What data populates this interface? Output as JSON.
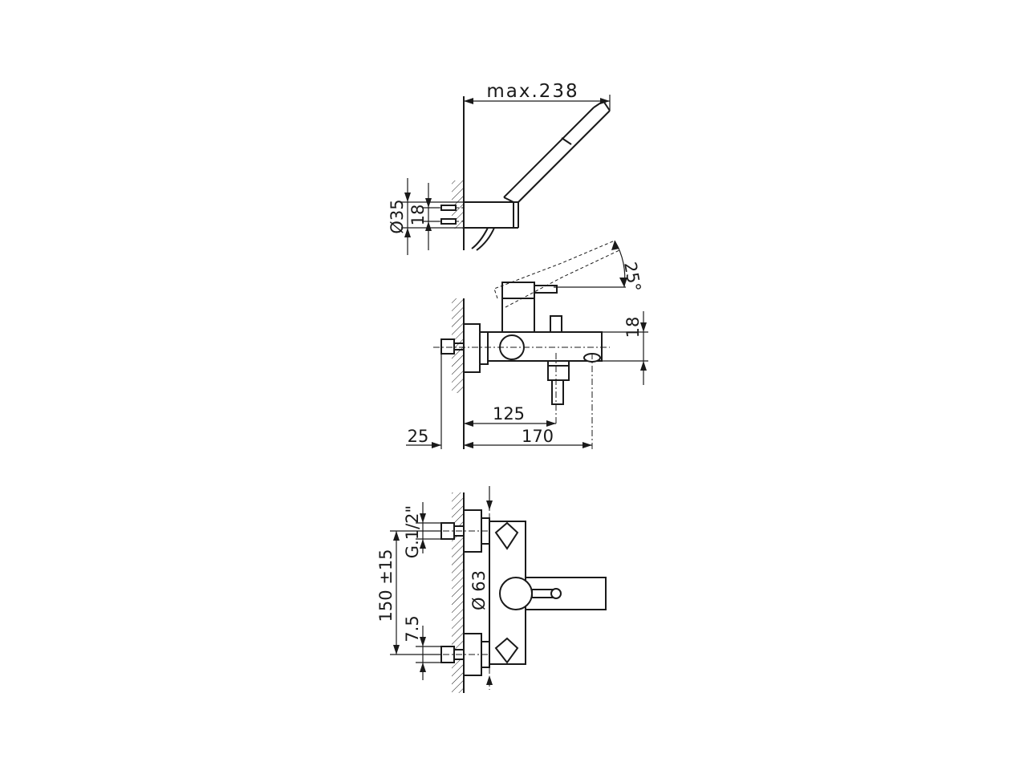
{
  "views": {
    "hand_shower": {
      "dim_max_length": "max.238",
      "dim_diameter": "Ø35",
      "dim_spacing": "18"
    },
    "side": {
      "dim_lever_angle": "25°",
      "dim_spout_height": "18",
      "dim_diverter": "125",
      "dim_projection": "170",
      "dim_eccentric": "25"
    },
    "front": {
      "dim_thread": "G.1/2\"",
      "dim_centres": "150 ±15",
      "dim_flange": "Ø 63",
      "dim_adjust": "7.5"
    }
  }
}
